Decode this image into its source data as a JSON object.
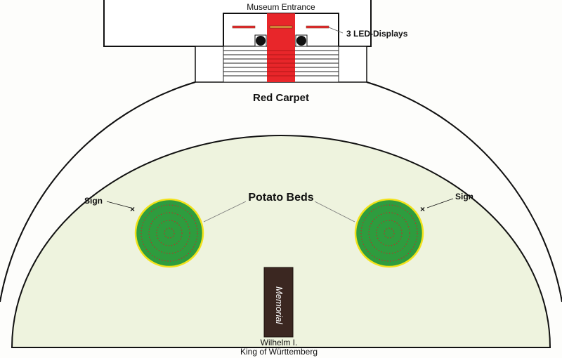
{
  "labels": {
    "museum_entrance": "Museum Entrance",
    "led_displays": "3 LED-Displays",
    "red_carpet": "Red Carpet",
    "potato_beds": "Potato Beds",
    "sign_left": "Sign",
    "sign_right": "Sign",
    "memorial": "Memorial",
    "memorial_caption_line1": "Wilhelm I.",
    "memorial_caption_line2": "King of Württemberg"
  },
  "colors": {
    "carpet": "#e8262a",
    "lawn": "#eef3de",
    "bed": "#2e9c3e",
    "bed_border": "#f2e21a",
    "memorial": "#3b2721"
  }
}
